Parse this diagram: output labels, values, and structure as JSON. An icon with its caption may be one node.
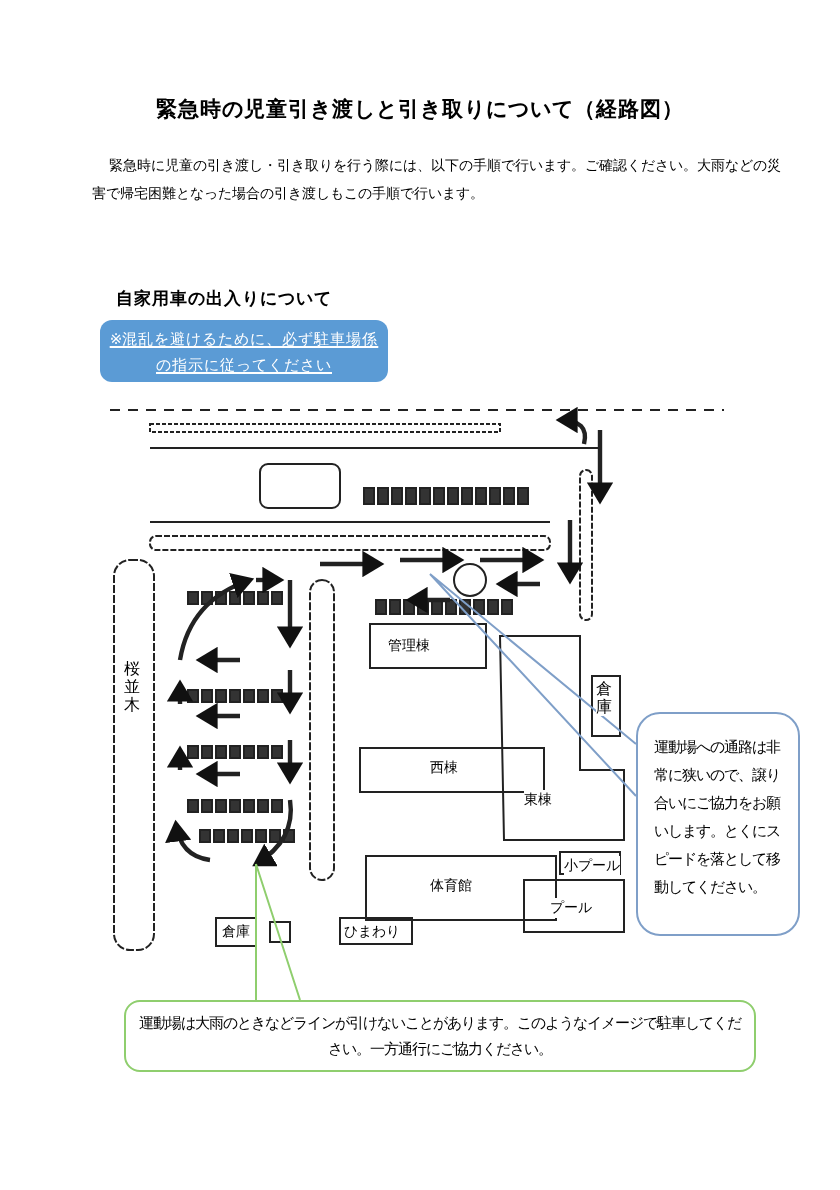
{
  "diagram": {
    "title": "緊急時の児童引き渡しと引き取りについて（経路図）",
    "nodes": [
      {
        "text": [
          "※混乱を避けるために、必ず駐車場係の指示に従ってください"
        ]
      },
      {
        "text": [
          "運動場への通路は非常に狭いので、譲り合いにご協力をお願いします。とくにスピードを落として移動してください。"
        ]
      },
      {
        "text": [
          "運動場は大雨のときなどラインが引けないことがあります。このようなイメージで駐車してください。一方通行にご協力ください。"
        ]
      }
    ],
    "edges": [
      {
        "from": 1,
        "to": null,
        "arrow": "none",
        "color": "#7f9fc8"
      },
      {
        "from": 2,
        "to": null,
        "arrow": "none",
        "color": "#8fce6e"
      }
    ],
    "labels": [
      "緊急時に児童の引き渡し・引き取りを行う際には、以下の手順で行います。ご確認ください。大雨などの災害で帰宅困難となった場合の引き渡しもこの手順で行います。",
      "自家用車の出入りについて",
      "管理棟",
      "桜並木",
      "西棟",
      "東棟",
      "倉庫",
      "小プール",
      "プール",
      "体育館",
      "倉庫",
      "ひまわり"
    ]
  }
}
